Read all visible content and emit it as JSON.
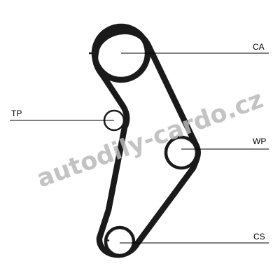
{
  "labels": {
    "ca": "CA",
    "tp": "TP",
    "wp": "WP",
    "cs": "CS"
  },
  "watermark": "autodily-cardo.cz",
  "colors": {
    "belt": "#1a1a1a",
    "line": "#000000",
    "watermark": "#b9b9b9",
    "background": "#ffffff"
  }
}
